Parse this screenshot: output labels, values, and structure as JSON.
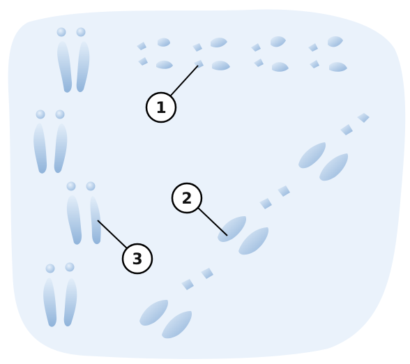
{
  "labels": [
    {
      "id": "callout-1",
      "text": "1"
    },
    {
      "id": "callout-2",
      "text": "2"
    },
    {
      "id": "callout-3",
      "text": "3"
    }
  ],
  "colors": {
    "snow": "#eaf2fb",
    "track_light": "#dde9f6",
    "track_dark": "#8fb3da",
    "line": "#000000",
    "callout_fill": "#ffffff"
  }
}
